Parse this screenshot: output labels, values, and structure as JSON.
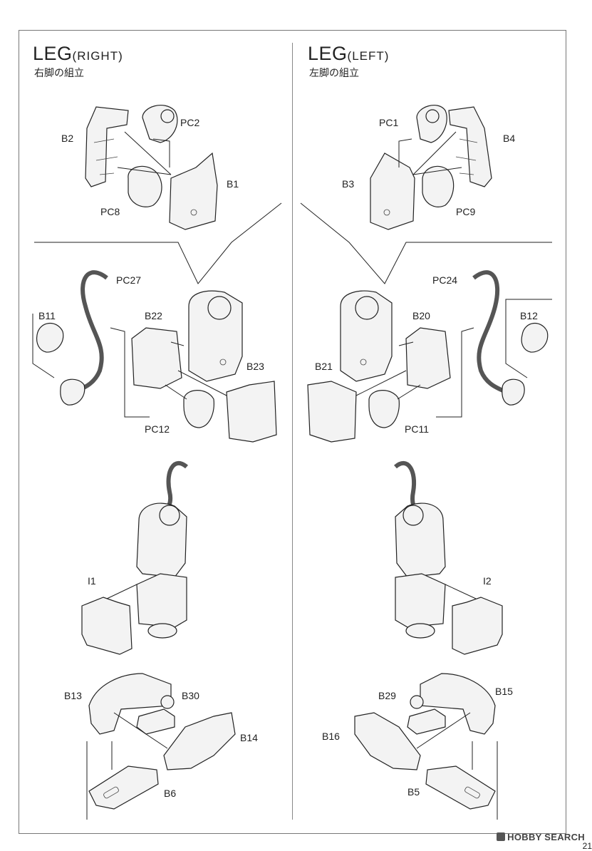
{
  "sections": {
    "right": {
      "title": "LEG",
      "title_sub": "(RIGHT)",
      "subtitle_jp": "右脚の組立"
    },
    "left": {
      "title": "LEG",
      "title_sub": "(LEFT)",
      "subtitle_jp": "左脚の組立"
    }
  },
  "labels": {
    "right": {
      "b2": "B2",
      "pc2": "PC2",
      "b1": "B1",
      "pc8": "PC8",
      "pc27": "PC27",
      "b11": "B11",
      "b22": "B22",
      "b23": "B23",
      "pc12": "PC12",
      "i1": "I1",
      "b13": "B13",
      "b30": "B30",
      "b14": "B14",
      "b6": "B6"
    },
    "left": {
      "pc1": "PC1",
      "b4": "B4",
      "b3": "B3",
      "pc9": "PC9",
      "pc24": "PC24",
      "b12": "B12",
      "b20": "B20",
      "b21": "B21",
      "pc11": "PC11",
      "i2": "I2",
      "b29": "B29",
      "b15": "B15",
      "b16": "B16",
      "b5": "B5"
    }
  },
  "watermark": "HOBBY SEARCH",
  "page_number": "21"
}
